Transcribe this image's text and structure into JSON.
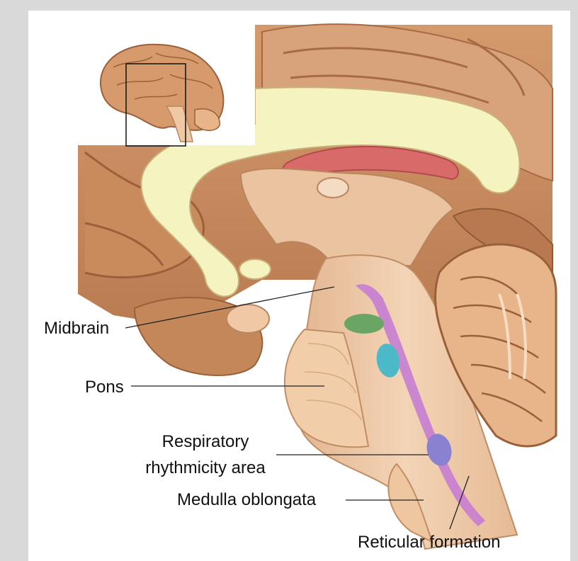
{
  "labels": {
    "midbrain": "Midbrain",
    "pons": "Pons",
    "respiratory_line1": "Respiratory",
    "respiratory_line2": "rhythmicity area",
    "medulla": "Medulla oblongata",
    "reticular": "Reticular formation"
  },
  "colors": {
    "background": "#d9d9d9",
    "brain_tissue": "#c58a5f",
    "brainstem": "#efc9a6",
    "corpus_callosum": "#f5f3c0",
    "thalamus_red": "#d96a6a",
    "reticular_formation": "#c77fd1",
    "green_nucleus": "#6aa564",
    "cyan_nucleus": "#4cb9c9",
    "respiratory_area": "#8a82d0"
  },
  "icons": {
    "inset": "whole-brain-thumbnail-icon"
  }
}
